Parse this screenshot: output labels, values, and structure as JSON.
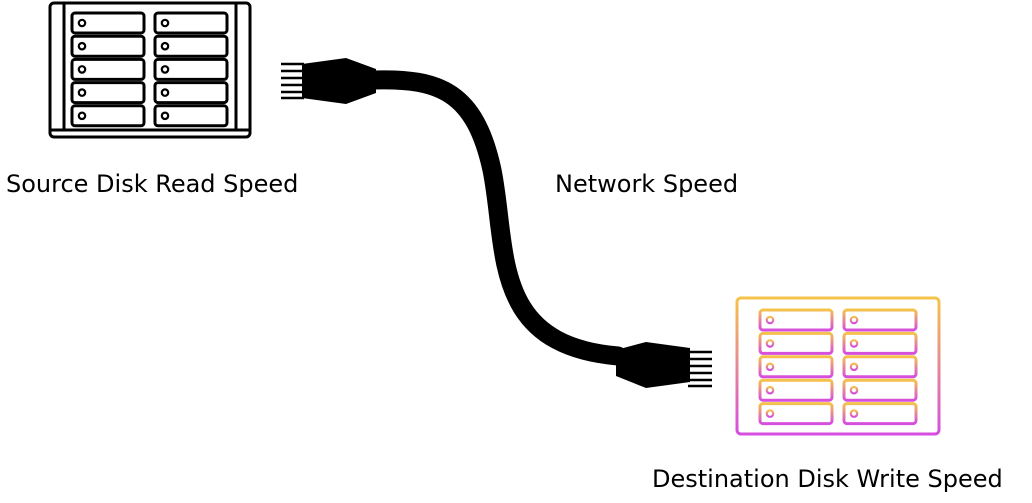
{
  "labels": {
    "source": "Source Disk Read Speed",
    "network": "Network Speed",
    "destination": "Destination Disk Write Speed"
  },
  "icons": {
    "source": "server-icon",
    "cable": "ethernet-cable-icon",
    "destination": "server-icon"
  },
  "colors": {
    "source_stroke": "#000000",
    "cable": "#000000",
    "destination_gradient_top": "#f5c34a",
    "destination_gradient_bottom": "#d54ee0"
  }
}
